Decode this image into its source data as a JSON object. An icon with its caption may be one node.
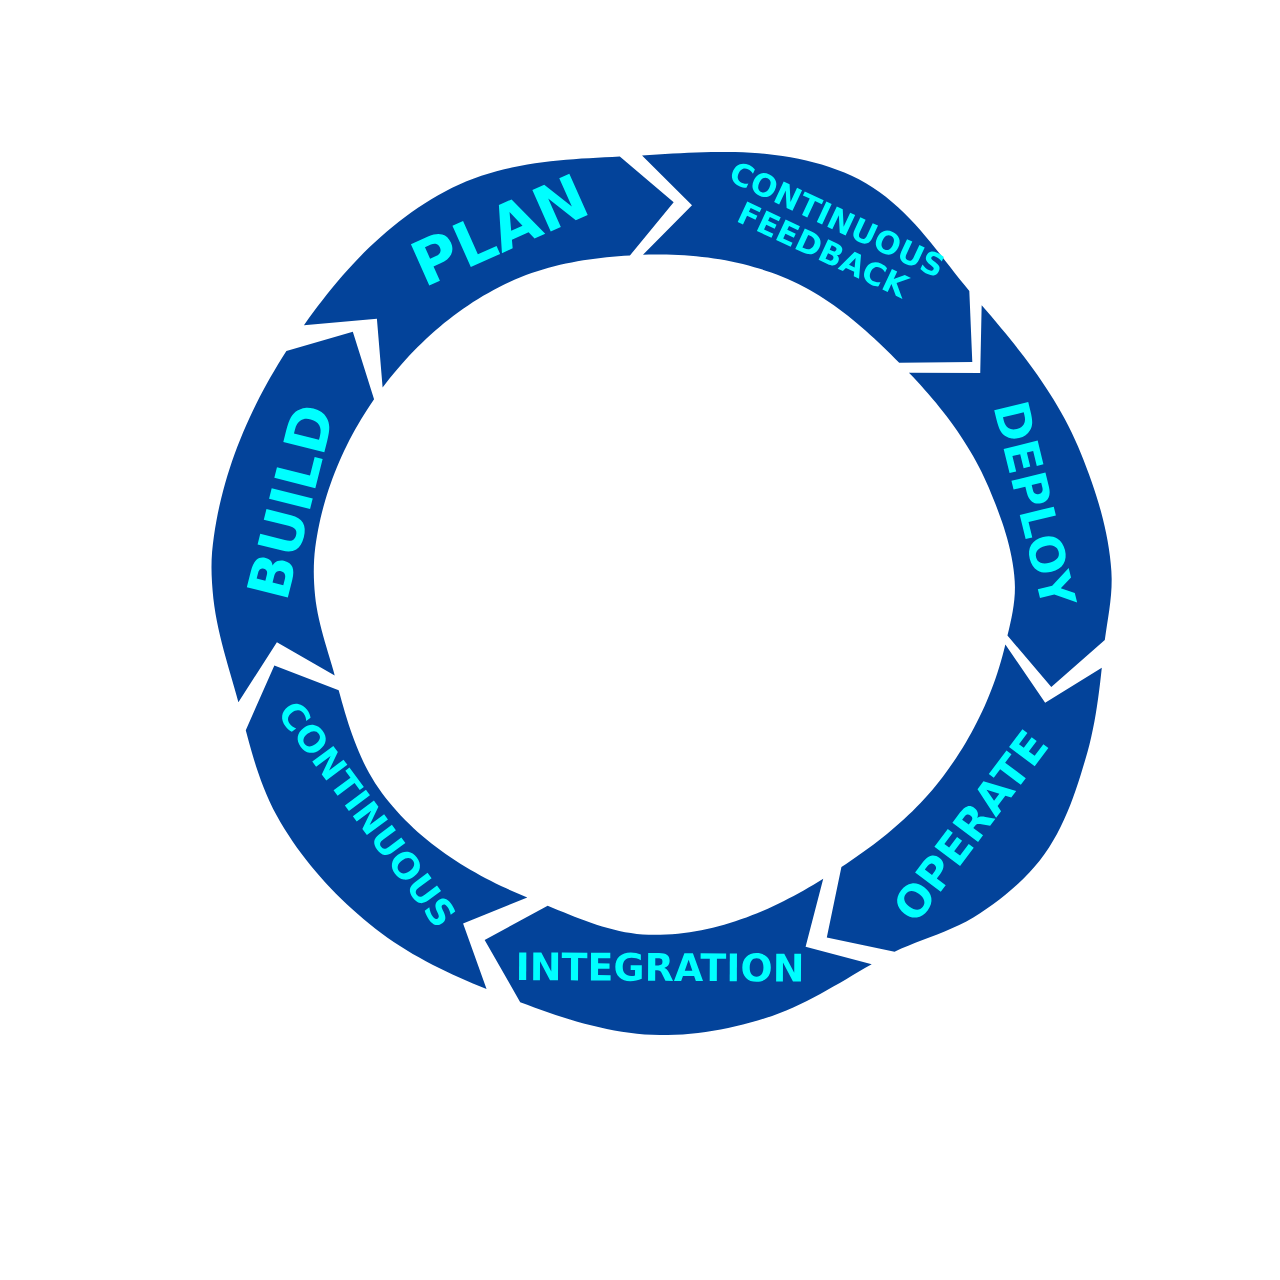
{
  "diagram": {
    "nodes": [
      {
        "text": [
          "PLAN"
        ]
      },
      {
        "text": [
          "CONTINUOUS FEEDBACK"
        ]
      },
      {
        "text": [
          "DEPLOY"
        ]
      },
      {
        "text": [
          "OPERATE"
        ]
      },
      {
        "text": [
          "INTEGRATION"
        ]
      },
      {
        "text": [
          "CONTINUOUS"
        ]
      },
      {
        "text": [
          "BUILD"
        ]
      }
    ]
  }
}
